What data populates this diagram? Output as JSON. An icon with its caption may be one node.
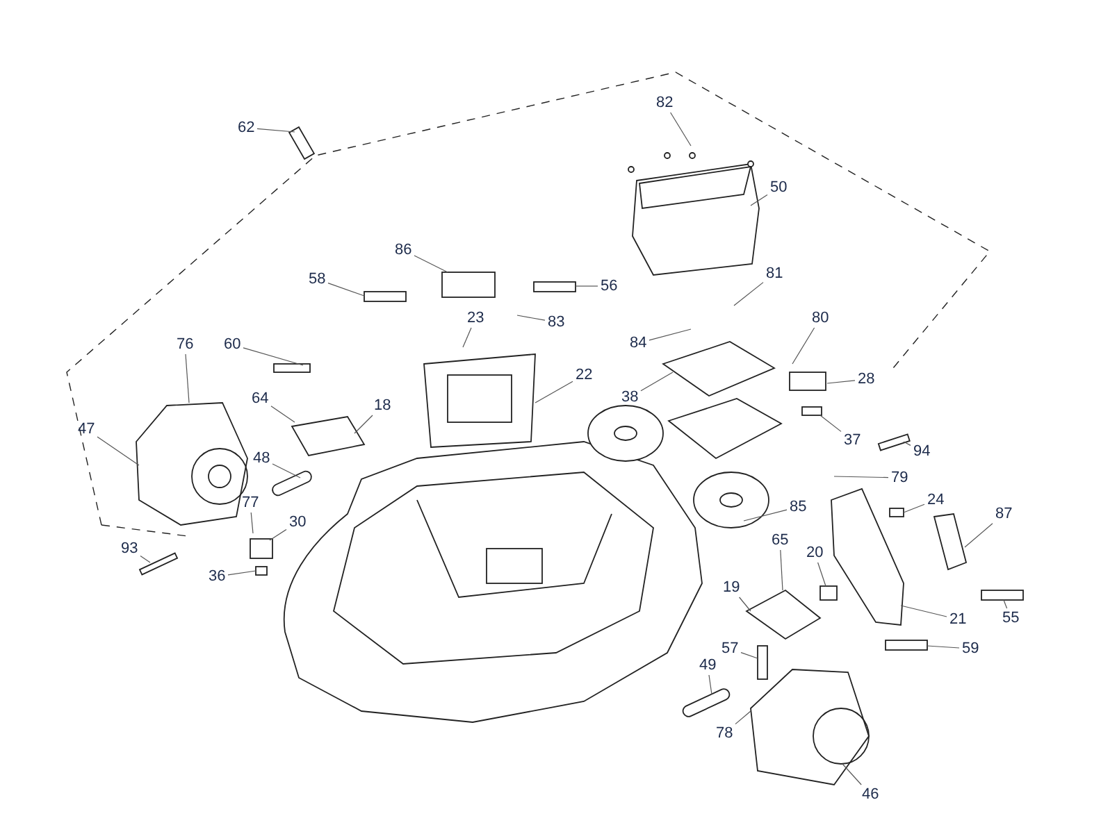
{
  "diagram": {
    "nodes": [
      {
        "text": [
          "82"
        ]
      },
      {
        "text": [
          "62"
        ]
      },
      {
        "text": [
          "50"
        ]
      },
      {
        "text": [
          "86"
        ]
      },
      {
        "text": [
          "81"
        ]
      },
      {
        "text": [
          "58"
        ]
      },
      {
        "text": [
          "56"
        ]
      },
      {
        "text": [
          "80"
        ]
      },
      {
        "text": [
          "23"
        ]
      },
      {
        "text": [
          "83"
        ]
      },
      {
        "text": [
          "76"
        ]
      },
      {
        "text": [
          "60"
        ]
      },
      {
        "text": [
          "84"
        ]
      },
      {
        "text": [
          "22"
        ]
      },
      {
        "text": [
          "28"
        ]
      },
      {
        "text": [
          "64"
        ]
      },
      {
        "text": [
          "38"
        ]
      },
      {
        "text": [
          "18"
        ]
      },
      {
        "text": [
          "47"
        ]
      },
      {
        "text": [
          "37"
        ]
      },
      {
        "text": [
          "94"
        ]
      },
      {
        "text": [
          "48"
        ]
      },
      {
        "text": [
          "79"
        ]
      },
      {
        "text": [
          "77"
        ]
      },
      {
        "text": [
          "24"
        ]
      },
      {
        "text": [
          "85"
        ]
      },
      {
        "text": [
          "87"
        ]
      },
      {
        "text": [
          "30"
        ]
      },
      {
        "text": [
          "65"
        ]
      },
      {
        "text": [
          "93"
        ]
      },
      {
        "text": [
          "20"
        ]
      },
      {
        "text": [
          "36"
        ]
      },
      {
        "text": [
          "19"
        ]
      },
      {
        "text": [
          "55"
        ]
      },
      {
        "text": [
          "21"
        ]
      },
      {
        "text": [
          "59"
        ]
      },
      {
        "text": [
          "57"
        ]
      },
      {
        "text": [
          "49"
        ]
      },
      {
        "text": [
          "78"
        ]
      },
      {
        "text": [
          "46"
        ]
      }
    ],
    "edges": [
      {
        "from": 0,
        "to": null,
        "arrow": "none"
      },
      {
        "from": 1,
        "to": null,
        "arrow": "none"
      },
      {
        "from": 2,
        "to": null,
        "arrow": "none"
      },
      {
        "from": 3,
        "to": null,
        "arrow": "none"
      },
      {
        "from": 4,
        "to": null,
        "arrow": "none"
      },
      {
        "from": 5,
        "to": null,
        "arrow": "none"
      },
      {
        "from": 6,
        "to": null,
        "arrow": "none"
      },
      {
        "from": 7,
        "to": null,
        "arrow": "none"
      },
      {
        "from": 8,
        "to": null,
        "arrow": "none"
      },
      {
        "from": 9,
        "to": null,
        "arrow": "none"
      },
      {
        "from": 10,
        "to": null,
        "arrow": "none"
      },
      {
        "from": 11,
        "to": null,
        "arrow": "none"
      },
      {
        "from": 12,
        "to": null,
        "arrow": "none"
      },
      {
        "from": 13,
        "to": null,
        "arrow": "none"
      },
      {
        "from": 14,
        "to": null,
        "arrow": "none"
      },
      {
        "from": 15,
        "to": null,
        "arrow": "none"
      },
      {
        "from": 16,
        "to": null,
        "arrow": "none"
      },
      {
        "from": 17,
        "to": null,
        "arrow": "none"
      },
      {
        "from": 18,
        "to": null,
        "arrow": "none"
      },
      {
        "from": 19,
        "to": null,
        "arrow": "none"
      },
      {
        "from": 20,
        "to": null,
        "arrow": "none"
      },
      {
        "from": 21,
        "to": null,
        "arrow": "none"
      },
      {
        "from": 22,
        "to": null,
        "arrow": "none"
      },
      {
        "from": 23,
        "to": null,
        "arrow": "none"
      },
      {
        "from": 24,
        "to": null,
        "arrow": "none"
      },
      {
        "from": 25,
        "to": null,
        "arrow": "none"
      },
      {
        "from": 26,
        "to": null,
        "arrow": "none"
      },
      {
        "from": 27,
        "to": null,
        "arrow": "none"
      },
      {
        "from": 28,
        "to": null,
        "arrow": "none"
      },
      {
        "from": 29,
        "to": null,
        "arrow": "none"
      },
      {
        "from": 30,
        "to": null,
        "arrow": "none"
      },
      {
        "from": 31,
        "to": null,
        "arrow": "none"
      },
      {
        "from": 32,
        "to": null,
        "arrow": "none"
      },
      {
        "from": 33,
        "to": null,
        "arrow": "none"
      },
      {
        "from": 34,
        "to": null,
        "arrow": "none"
      },
      {
        "from": 35,
        "to": null,
        "arrow": "none"
      },
      {
        "from": 36,
        "to": null,
        "arrow": "none"
      },
      {
        "from": 37,
        "to": null,
        "arrow": "none"
      },
      {
        "from": 38,
        "to": null,
        "arrow": "none"
      },
      {
        "from": 39,
        "to": null,
        "arrow": "none"
      }
    ]
  }
}
